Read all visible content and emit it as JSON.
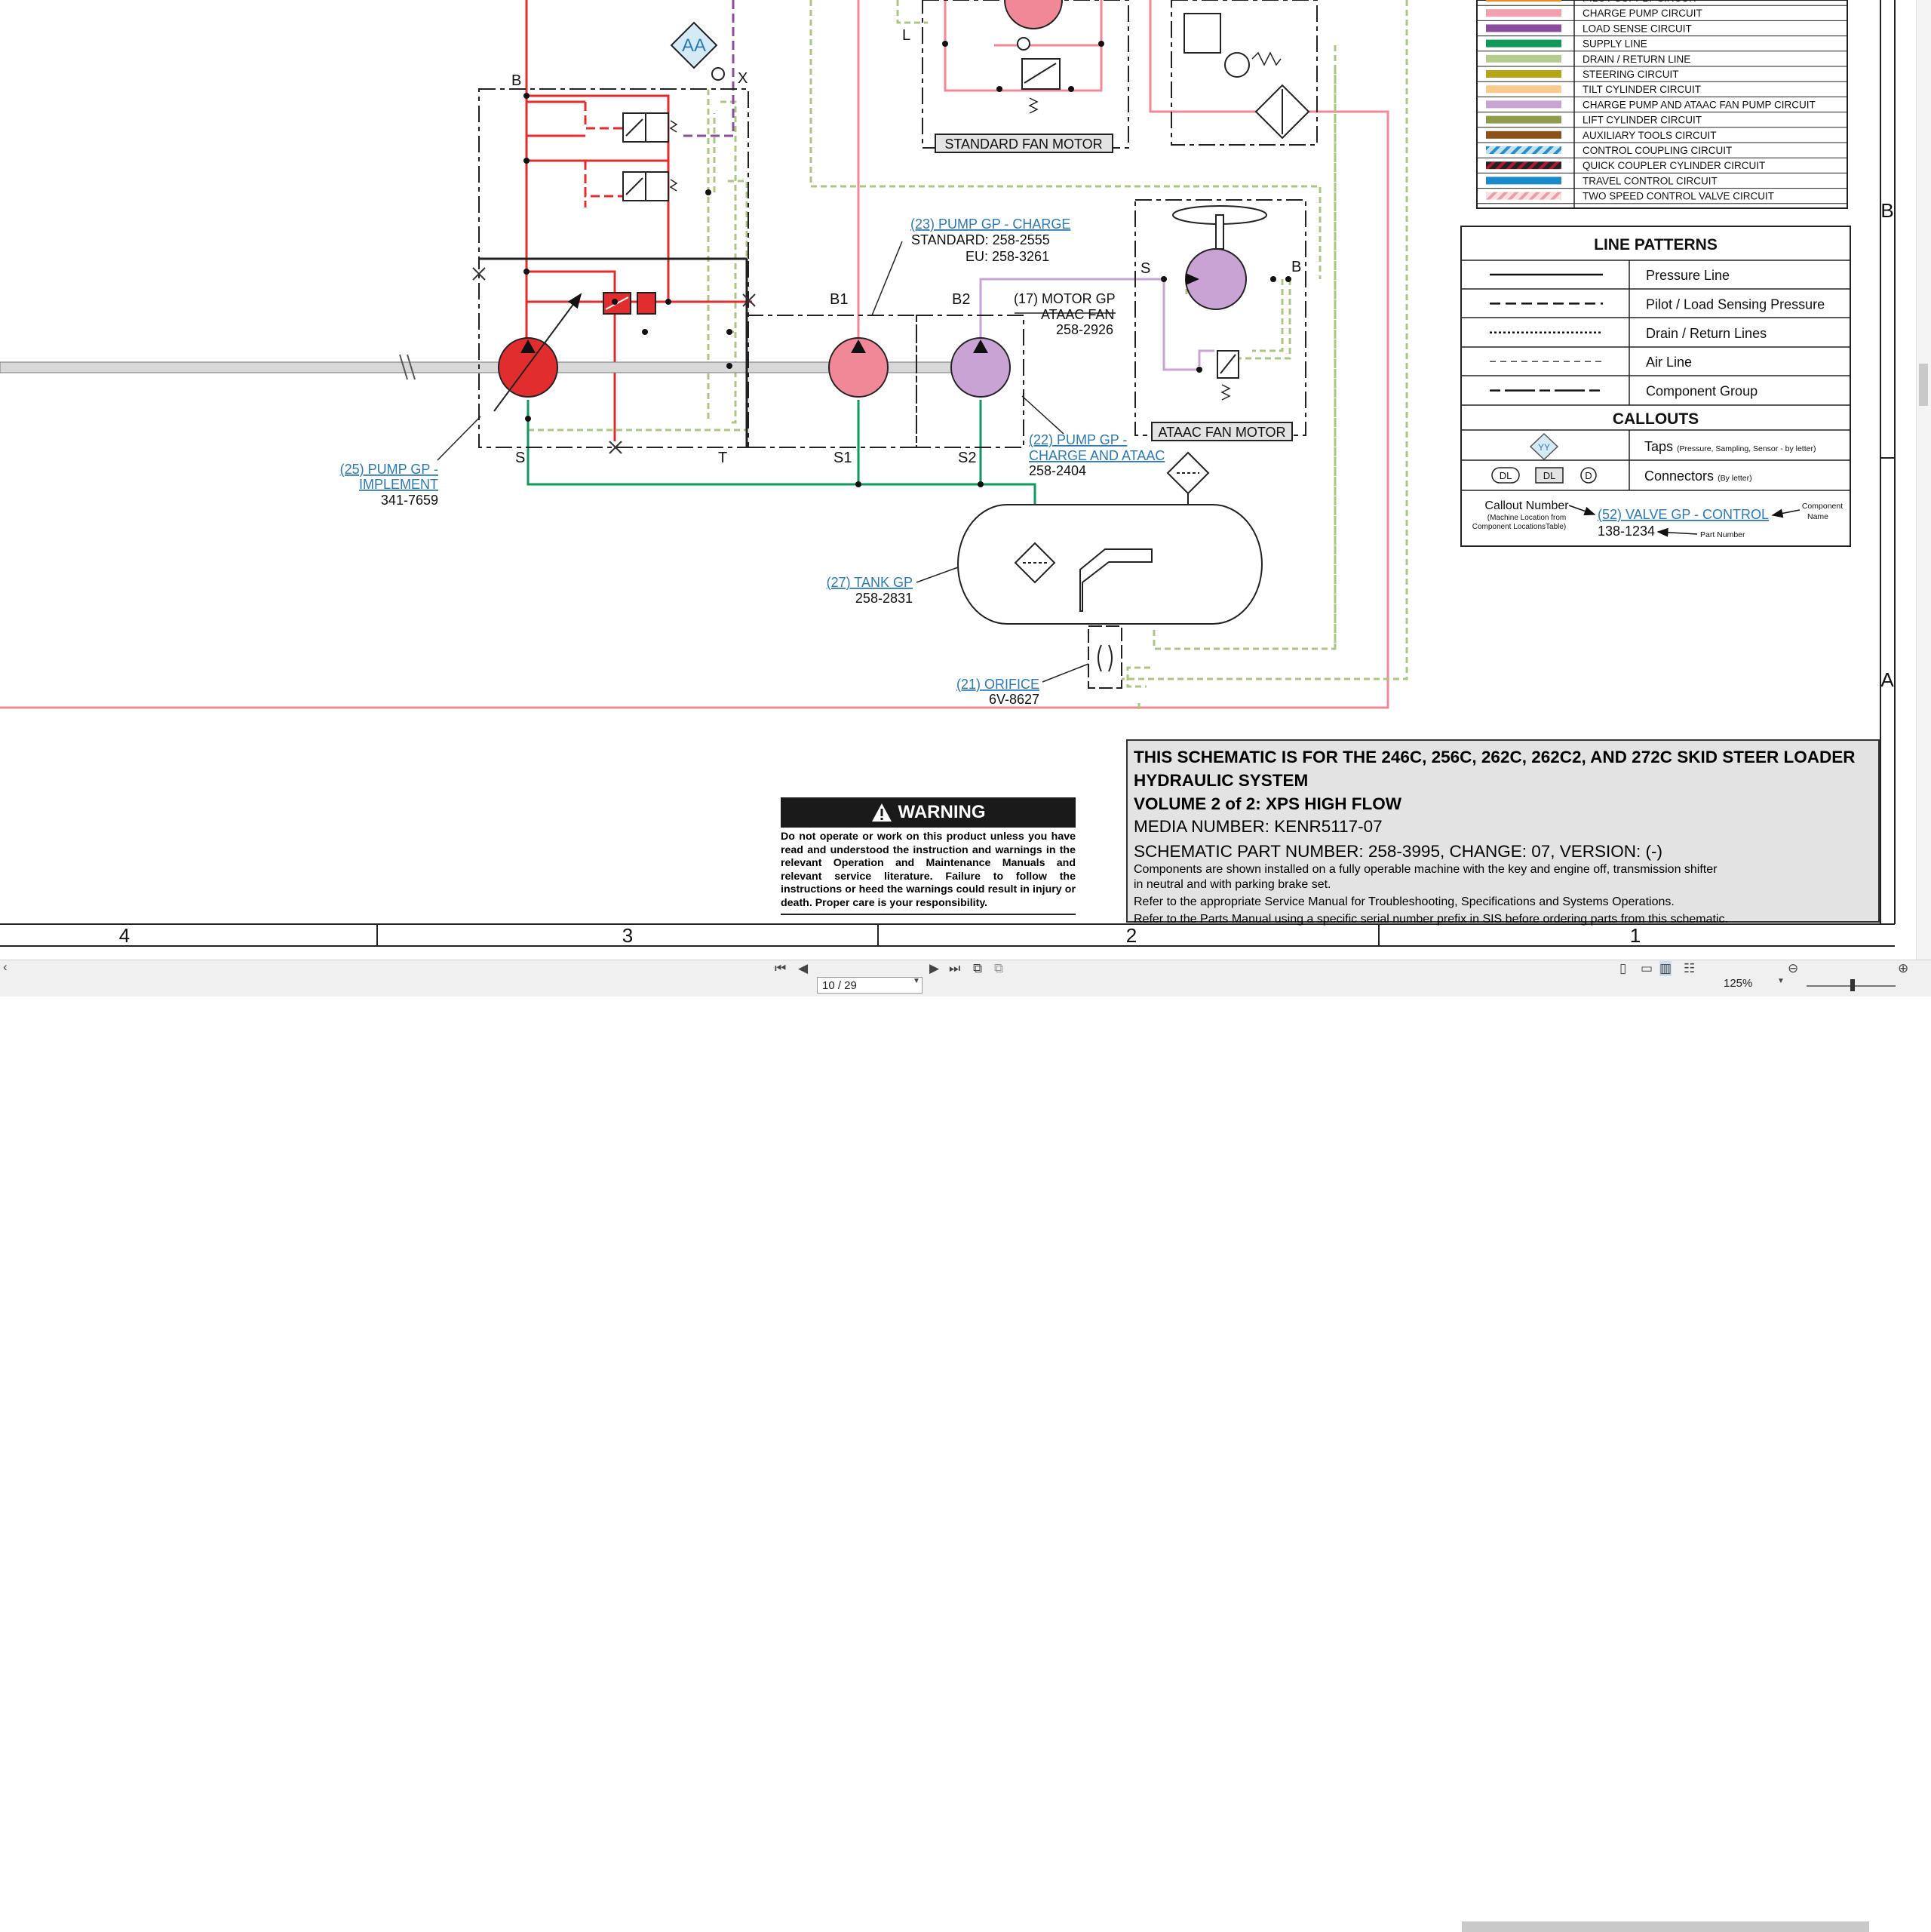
{
  "legend": {
    "circuits": [
      {
        "label": "PILOT SUPPLY CIRCUIT",
        "color": "#f28a1c",
        "pattern": "solid"
      },
      {
        "label": "CHARGE PUMP CIRCUIT",
        "color": "#f2a0ae",
        "pattern": "solid"
      },
      {
        "label": "LOAD SENSE CIRCUIT",
        "color": "#8b4c9e",
        "pattern": "solid"
      },
      {
        "label": "SUPPLY LINE",
        "color": "#0f9a5a",
        "pattern": "solid"
      },
      {
        "label": "DRAIN / RETURN LINE",
        "color": "#b3cd8c",
        "pattern": "solid"
      },
      {
        "label": "STEERING CIRCUIT",
        "color": "#b6a414",
        "pattern": "solid"
      },
      {
        "label": "TILT CYLINDER CIRCUIT",
        "color": "#f8cb8a",
        "pattern": "solid"
      },
      {
        "label": "CHARGE PUMP AND ATAAC FAN PUMP CIRCUIT",
        "color": "#c9a3d4",
        "pattern": "solid"
      },
      {
        "label": "LIFT CYLINDER CIRCUIT",
        "color": "#8f9a4a",
        "pattern": "solid"
      },
      {
        "label": "AUXILIARY TOOLS CIRCUIT",
        "color": "#8a5218",
        "pattern": "solid"
      },
      {
        "label": "CONTROL COUPLING CIRCUIT",
        "color": "#4aa8dc",
        "pattern": "hatch"
      },
      {
        "label": "QUICK COUPLER CYLINDER CIRCUIT",
        "color": "#8a1426",
        "pattern": "hatch"
      },
      {
        "label": "TRAVEL CONTROL CIRCUIT",
        "color": "#1a8ac8",
        "pattern": "solid"
      },
      {
        "label": "TWO SPEED CONTROL VALVE CIRCUIT",
        "color": "#f2b4b8",
        "pattern": "hatch"
      }
    ],
    "line_patterns_title": "LINE PATTERNS",
    "line_patterns": [
      {
        "label": "Pressure Line",
        "dash": ""
      },
      {
        "label": "Pilot / Load Sensing Pressure",
        "dash": "14,7"
      },
      {
        "label": "Drain / Return Lines",
        "dash": "3,3"
      },
      {
        "label": "Air Line",
        "dash": "8,6"
      },
      {
        "label": "Component Group",
        "dash": "14,6,40,6"
      }
    ],
    "callouts_title": "CALLOUTS",
    "taps_label": "Taps",
    "taps_note": "(Pressure, Sampling, Sensor - by letter)",
    "taps_symbol": "YY",
    "connectors_label": "Connectors",
    "connectors_note": "(By letter)",
    "connector_symbols": [
      "DL",
      "DL",
      "D"
    ],
    "callout_number_label": "Callout Number",
    "callout_number_note1": "(Machine Location from",
    "callout_number_note2": "Component LocationsTable)",
    "callout_example": "(52) VALVE GP - CONTROL",
    "component_name_label1": "Component",
    "component_name_label2": "Name",
    "part_example": "138-1234",
    "part_number_label": "Part Number"
  },
  "schematic": {
    "tap_aa": "AA",
    "port_b_top": "B",
    "port_x": "X",
    "port_l": "L",
    "pump_charge_callout": "(23) PUMP GP - CHARGE",
    "pump_charge_std": "STANDARD: 258-2555",
    "pump_charge_eu": "EU: 258-3261",
    "port_b1": "B1",
    "port_b2": "B2",
    "motor_callout_1": "(17) MOTOR GP",
    "motor_callout_2": "ATAAC FAN",
    "motor_part": "258-2926",
    "port_s_fan": "S",
    "port_b_fan": "B",
    "ataac_box": "ATAAC FAN MOTOR",
    "standard_fan_box": "STANDARD FAN MOTOR",
    "pump_charge_ataac_1": "(22) PUMP GP -",
    "pump_charge_ataac_2": "CHARGE AND ATAAC",
    "pump_charge_ataac_part": "258-2404",
    "pump_impl_1": "(25) PUMP GP -",
    "pump_impl_2": "IMPLEMENT",
    "pump_impl_part": "341-7659",
    "port_s": "S",
    "port_t": "T",
    "port_s1": "S1",
    "port_s2": "S2",
    "tank_callout": "(27) TANK GP",
    "tank_part": "258-2831",
    "orifice_callout": "(21) ORIFICE",
    "orifice_part": "6V-8627",
    "zone_b": "B",
    "zone_a": "A",
    "columns": [
      "4",
      "3",
      "2",
      "1"
    ]
  },
  "warning": {
    "title": "WARNING",
    "text": "Do not operate or work on this product unless you have read and understood the instruction and warnings in the relevant Operation and Maintenance Manuals and relevant service literature. Failure to follow the instructions or heed the warnings could result in injury or death. Proper care is your responsibility."
  },
  "title_block": {
    "line1": "THIS SCHEMATIC IS FOR THE 246C, 256C, 262C, 262C2, AND 272C SKID STEER LOADER",
    "line2": "HYDRAULIC SYSTEM",
    "line3": "VOLUME 2 of 2: XPS HIGH FLOW",
    "media": "MEDIA NUMBER: KENR5117-07",
    "part": "SCHEMATIC PART NUMBER: 258-3995, CHANGE: 07, VERSION: (-)",
    "note1": "Components are shown installed on a fully operable machine with the key and engine off, transmission shifter",
    "note2": "in neutral and with parking brake set.",
    "note3": "Refer to the appropriate Service Manual for Troubleshooting, Specifications and Systems Operations.",
    "note4": "Refer to the Parts Manual using a specific serial number prefix in SIS before ordering parts from this schematic."
  },
  "viewer": {
    "page_value": "10 / 29",
    "zoom": "125%",
    "first_icon": "first-page-icon",
    "prev_icon": "prev-page-icon",
    "next_icon": "next-page-icon",
    "last_icon": "last-page-icon"
  }
}
